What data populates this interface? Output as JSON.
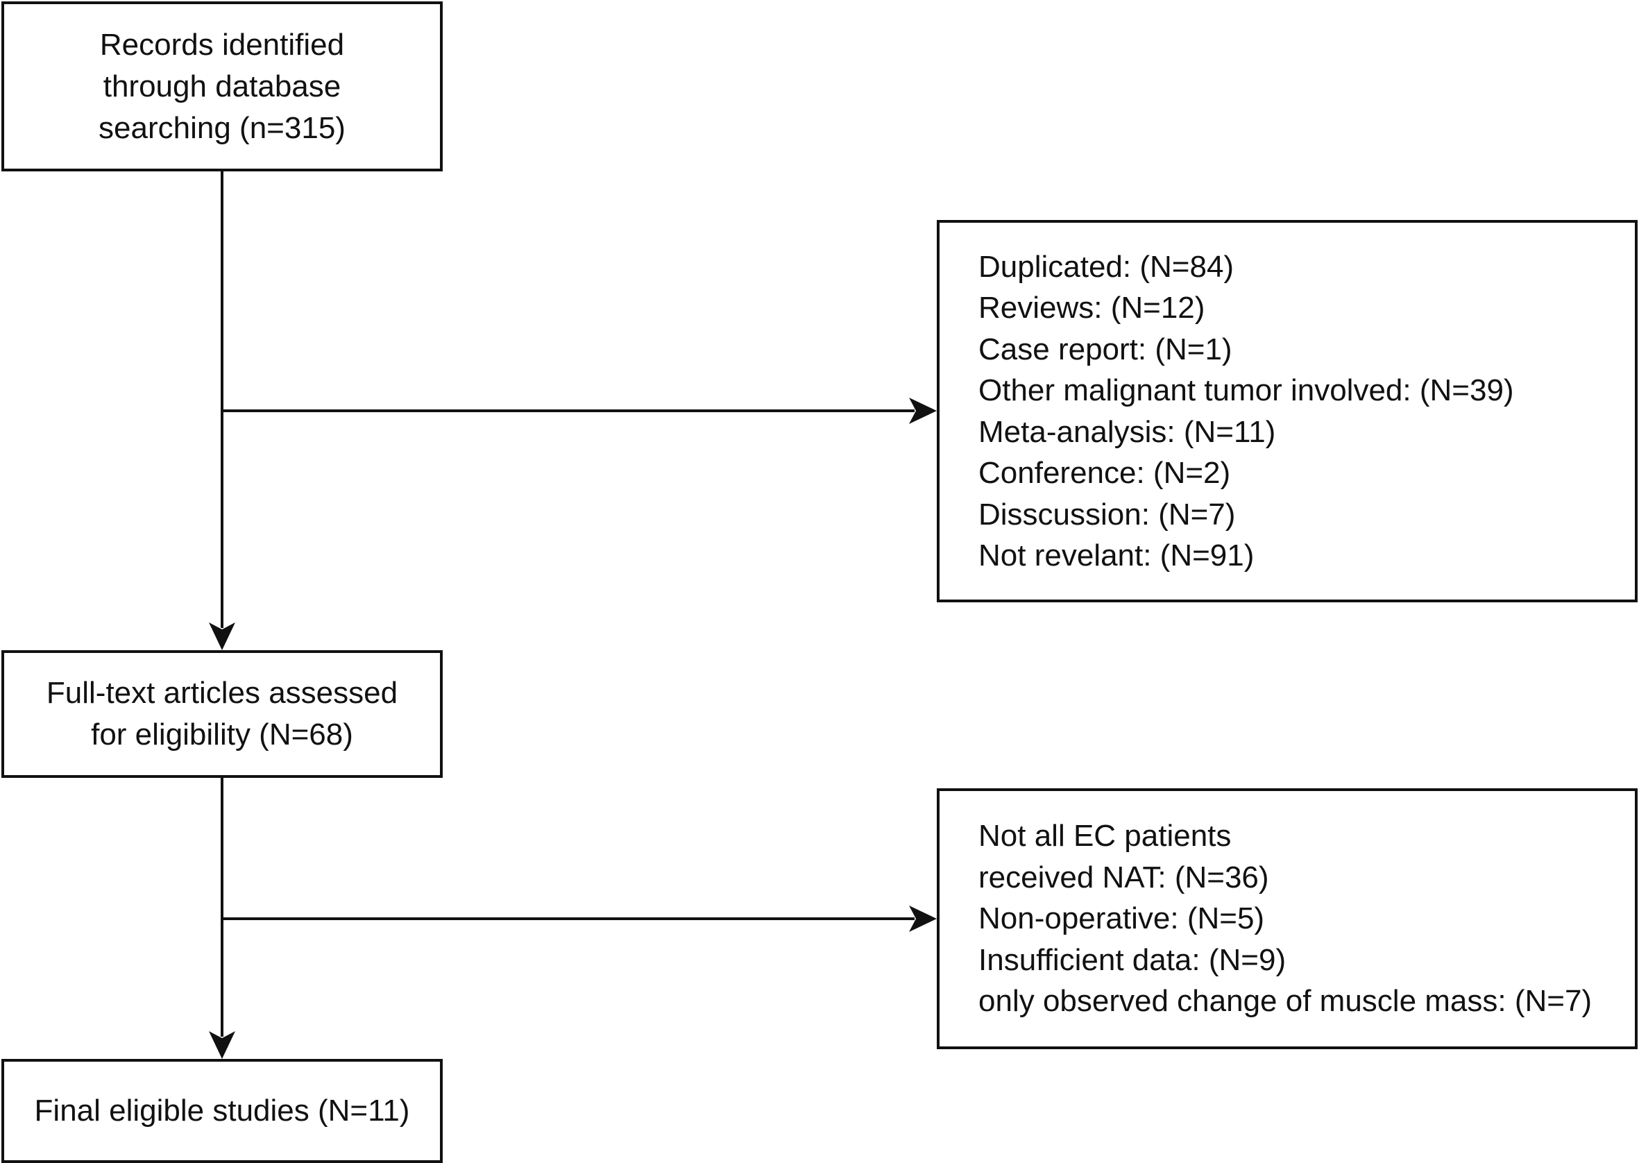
{
  "boxes": {
    "identification": {
      "lines": [
        "Records identified",
        "through database",
        "searching (n=315)"
      ]
    },
    "screening": {
      "lines": [
        "Full-text articles assessed",
        "for eligibility (N=68)"
      ]
    },
    "included": {
      "lines": [
        "Final eligible studies (N=11)"
      ]
    }
  },
  "exclusions": {
    "first": {
      "lines": [
        "Duplicated: (N=84)",
        "Reviews: (N=12)",
        "Case report: (N=1)",
        "Other malignant tumor involved: (N=39)",
        "Meta-analysis: (N=11)",
        "Conference: (N=2)",
        "Disscussion: (N=7)",
        "Not revelant: (N=91)"
      ]
    },
    "second": {
      "lines": [
        "Not all EC patients",
        "received NAT: (N=36)",
        "Non-operative: (N=5)",
        "Insufficient data: (N=9)",
        "only observed change of muscle mass: (N=7)"
      ]
    }
  },
  "colors": {
    "stroke": "#111111",
    "background": "#ffffff"
  }
}
